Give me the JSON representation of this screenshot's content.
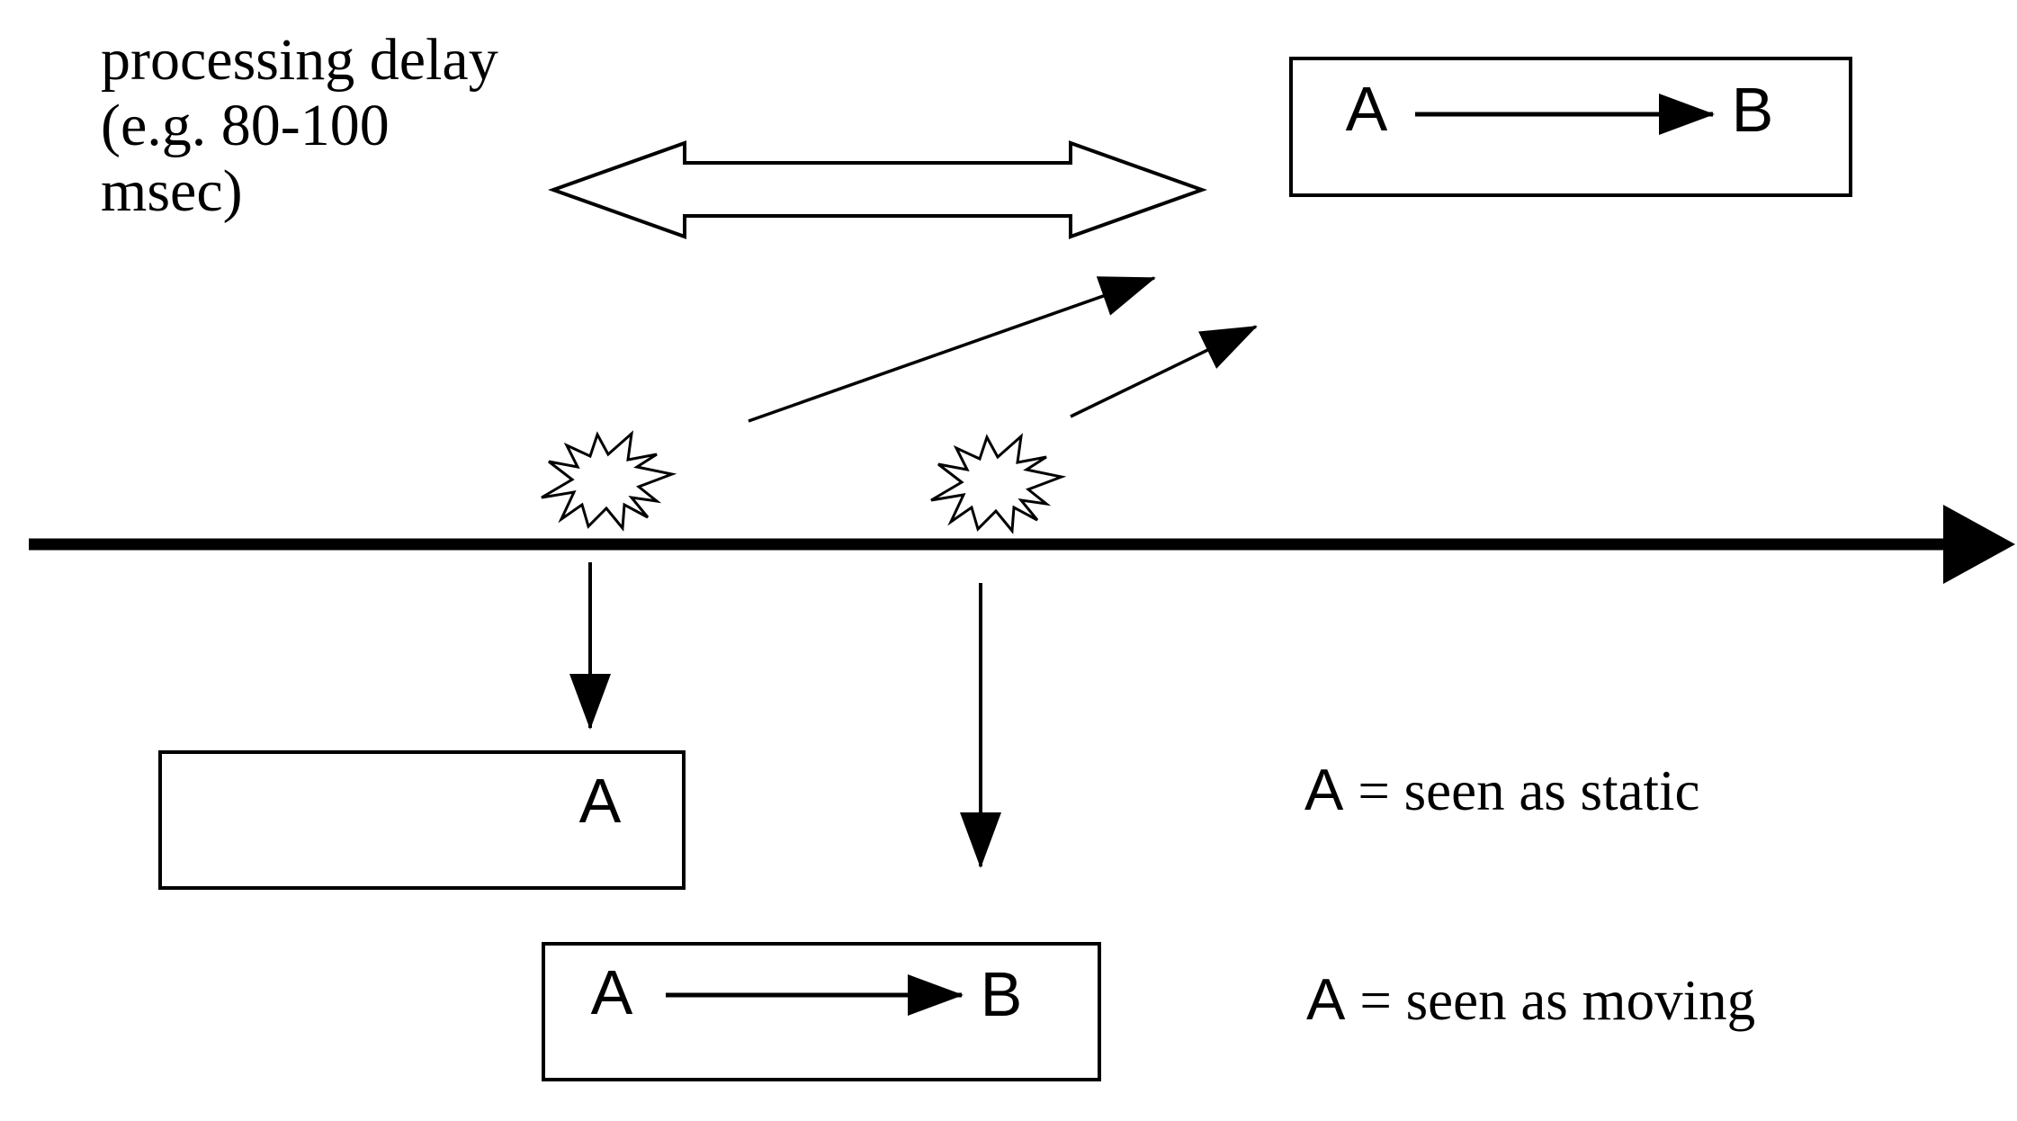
{
  "canvas": {
    "bg": "#ffffff",
    "ink": "#000000"
  },
  "note_processing_delay": {
    "line1": "processing delay",
    "line2": "(e.g. 80-100",
    "line3": "msec)"
  },
  "percept_delayed_box": {
    "letter_a": "A",
    "letter_b": "B"
  },
  "percept_static_box": {
    "letter_a": "A"
  },
  "percept_moving_box": {
    "letter_a": "A",
    "letter_b": "B"
  },
  "legend_static": {
    "letter": "A",
    "definition": "= seen as static"
  },
  "legend_moving": {
    "letter": "A",
    "definition": "= seen as moving"
  },
  "icons": {
    "delay-span-double-arrow-icon": "hollow horizontal double-headed arrow",
    "flash-burst-icon": "jagged explosion starburst outline",
    "time-axis-line": "thick horizontal timeline",
    "time-axis-arrowhead-icon": "solid right-pointing triangle",
    "motion-arrow-icon": "thin diagonal line with solid arrowhead",
    "percept-drop-arrow-icon": "thin vertical line with solid arrowhead",
    "a-to-b-arrow-icon": "thin horizontal line with solid arrowhead"
  }
}
